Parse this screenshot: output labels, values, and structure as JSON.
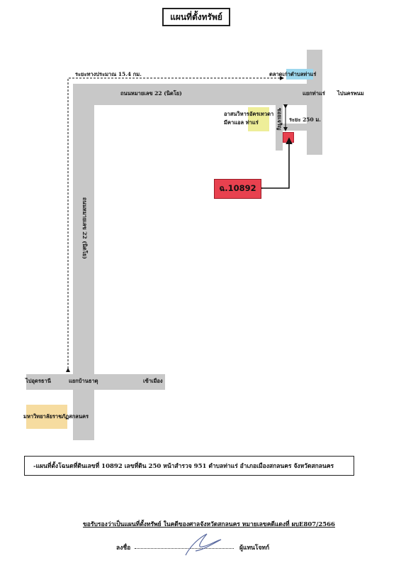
{
  "title": "แผนที่ตั้งทรัพย์",
  "distance_total": "ระยะทางประมาณ 15.4 กม.",
  "road_top": "ถนนหมายเลข 22 (นิตโย)",
  "road_vertical": "ถนนหมายเลข 22 (นิตโย)",
  "market": "ตลาดเก่าตำบลท่าแร่",
  "junction_thare": "แยกท่าแร่",
  "to_nakhon_phanom": "ไปนครพนม",
  "temple_line1": "อาสนวิหารอัครเทวดา",
  "temple_line2": "มีคาแอล ท่าแร่",
  "side_road": "ซอยเจริญ",
  "distance_side": "ระยะ 250 ม.",
  "deed_label": "ฉ.10892",
  "to_udon": "ไปอุดรธานี",
  "junction_ban_that": "แยกบ้านธาตุ",
  "to_city": "เข้าเมือง",
  "university": "มหาวิทยาลัยราชภัฏสกลนคร",
  "description": "-แผนที่ตั้งโฉนดที่ดินเลขที่ 10892 เลขที่ดิน 250 หน้าสำรวจ 951 ตำบลท่าแร่ อำเภอเมืองสกลนคร จังหวัดสกลนคร",
  "certification": "ขอรับรองว่าเป็นแผนที่ตั้งทรัพย์ ในคดีของศาลจังหวัดสกลนคร หมายเลขคดีแดงที่ ผบE807/2566",
  "sign_label": "ลงชื่อ",
  "signer": "ผู้แทนโจทก์",
  "colors": {
    "road": "#c8c8c8",
    "market": "#9ed8ee",
    "temple": "#eeee99",
    "university": "#f6dca0",
    "parcel": "#e8414f"
  }
}
